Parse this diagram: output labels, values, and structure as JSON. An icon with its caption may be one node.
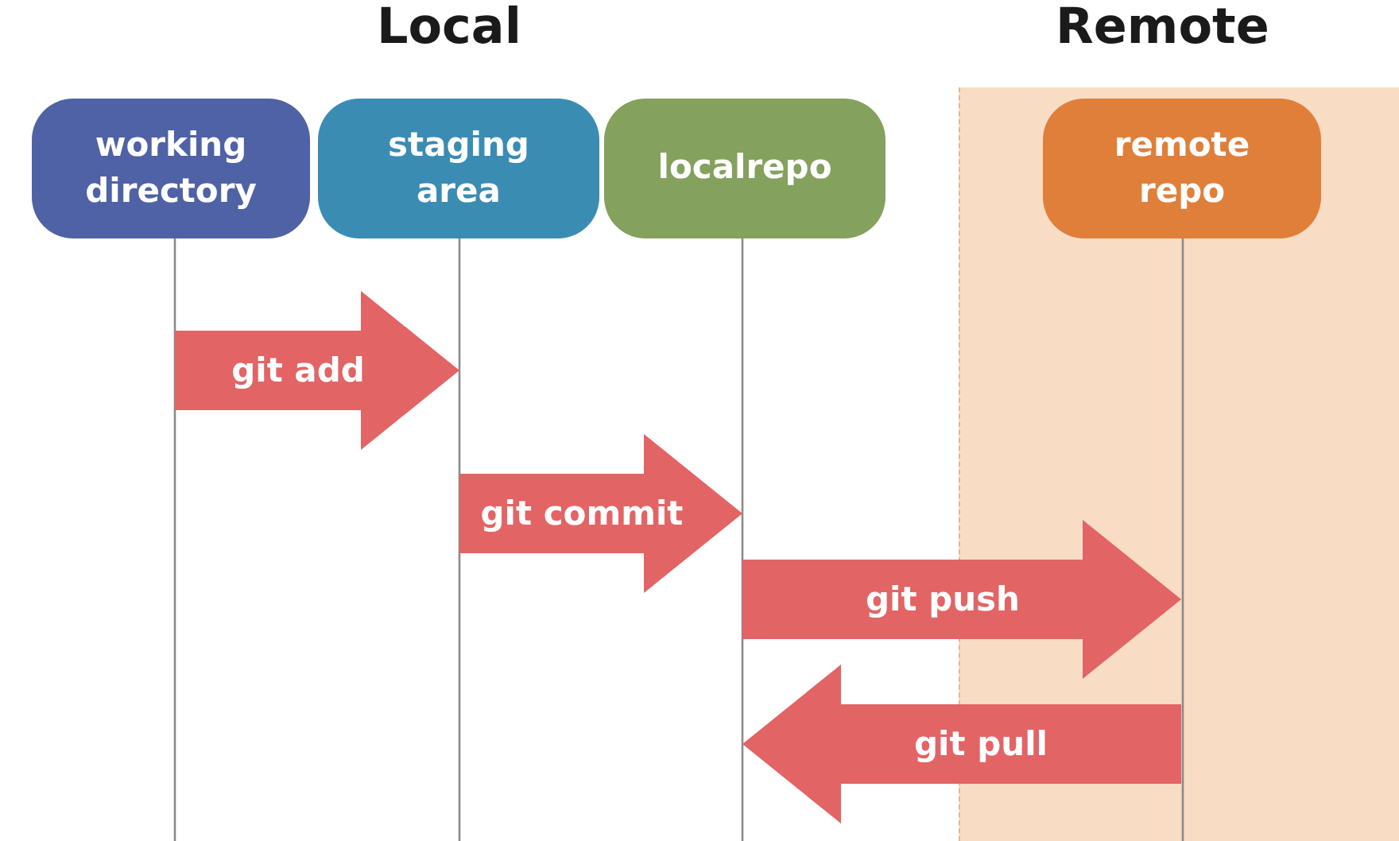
{
  "diagram": {
    "nodes": [
      {
        "text": [
          "working directory"
        ]
      },
      {
        "text": [
          "staging area"
        ]
      },
      {
        "text": [
          "localrepo"
        ]
      },
      {
        "text": [
          "Remote"
        ]
      },
      {
        "text": [
          "remote repo"
        ],
        "in": 3
      }
    ],
    "edges": [
      {
        "from": 0,
        "to": 1,
        "arrow": "to",
        "label": "git add"
      },
      {
        "from": 1,
        "to": 2,
        "arrow": "to",
        "label": "git commit"
      },
      {
        "from": 2,
        "to": 4,
        "arrow": "to",
        "label": "git push"
      },
      {
        "from": 4,
        "to": 2,
        "arrow": "to",
        "label": "git pull"
      }
    ],
    "labels": [
      "Local"
    ]
  }
}
